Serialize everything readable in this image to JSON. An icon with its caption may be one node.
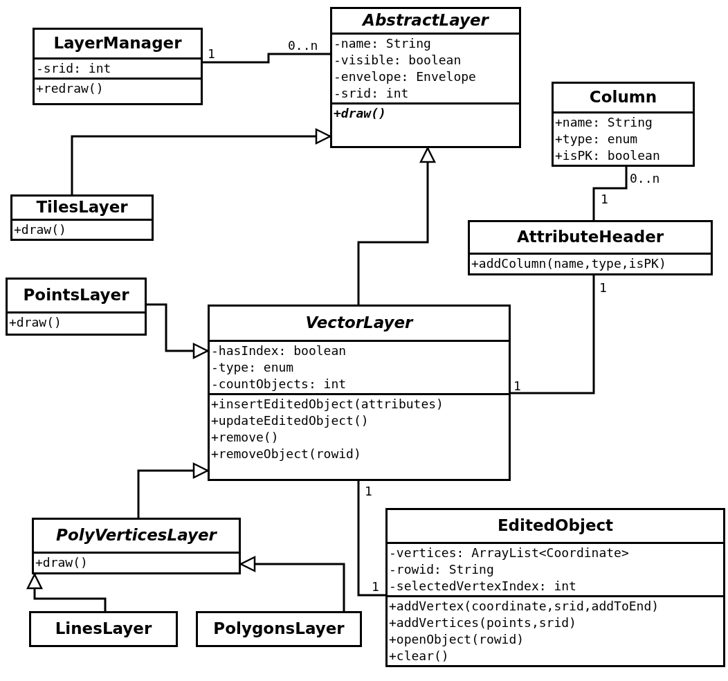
{
  "diagram": {
    "nodes": [
      {
        "text": [
          "LayerManager",
          "-srid: int",
          "+redraw()"
        ]
      },
      {
        "text": [
          "AbstractLayer",
          "-name: String",
          "-visible: boolean",
          "-envelope: Envelope",
          "-srid: int",
          "+draw()"
        ]
      },
      {
        "text": [
          "Column",
          "+name: String",
          "+type: enum",
          "+isPK: boolean"
        ]
      },
      {
        "text": [
          "TilesLayer",
          "+draw()"
        ]
      },
      {
        "text": [
          "AttributeHeader",
          "+addColumn(name,type,isPK)"
        ]
      },
      {
        "text": [
          "PointsLayer",
          "+draw()"
        ]
      },
      {
        "text": [
          "VectorLayer",
          "-hasIndex: boolean",
          "-type: enum",
          "-countObjects: int",
          "+insertEditedObject(attributes)",
          "+updateEditedObject()",
          "+remove()",
          "+removeObject(rowid)"
        ]
      },
      {
        "text": [
          "PolyVerticesLayer",
          "+draw()"
        ]
      },
      {
        "text": [
          "EditedObject",
          "-vertices: ArrayList<Coordinate>",
          "-rowid: String",
          "-selectedVertexIndex: int",
          "+addVertex(coordinate,srid,addToEnd)",
          "+addVertices(points,srid)",
          "+openObject(rowid)",
          "+clear()"
        ]
      },
      {
        "text": [
          "LinesLayer"
        ]
      },
      {
        "text": [
          "PolygonsLayer"
        ]
      }
    ],
    "edges": [
      {
        "from": 0,
        "to": 1,
        "arrow": "none"
      },
      {
        "from": 3,
        "to": 1,
        "arrow": "to"
      },
      {
        "from": 6,
        "to": 1,
        "arrow": "to"
      },
      {
        "from": 4,
        "to": 2,
        "arrow": "none"
      },
      {
        "from": 4,
        "to": 6,
        "arrow": "none"
      },
      {
        "from": 5,
        "to": 6,
        "arrow": "to"
      },
      {
        "from": 7,
        "to": 6,
        "arrow": "to"
      },
      {
        "from": 6,
        "to": 8,
        "arrow": "none"
      },
      {
        "from": 9,
        "to": 7,
        "arrow": "to"
      },
      {
        "from": 10,
        "to": 7,
        "arrow": "to"
      }
    ],
    "labels": [
      "1",
      "0..n",
      "0..n",
      "1",
      "1",
      "1",
      "1",
      "1"
    ]
  }
}
